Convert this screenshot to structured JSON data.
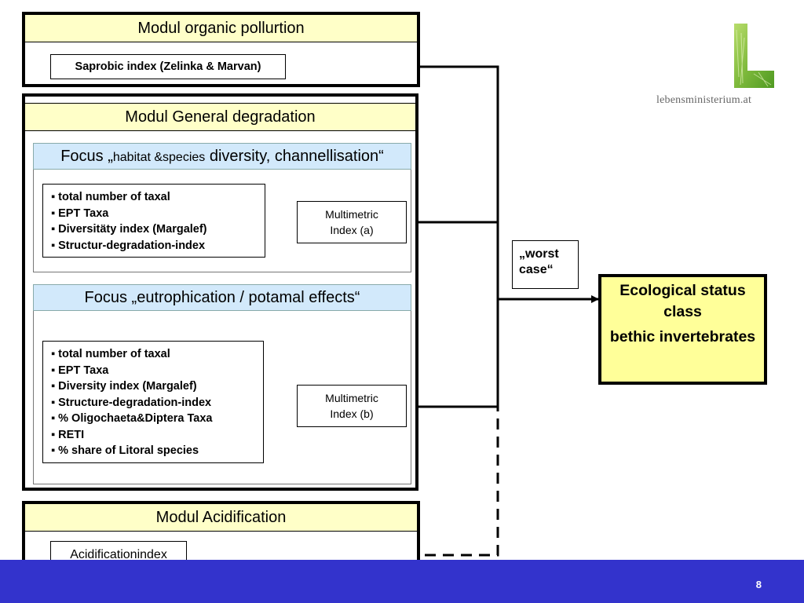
{
  "modules": {
    "organic": {
      "title": "Modul organic pollurtion",
      "index": "Saprobic index (Zelinka & Marvan)"
    },
    "general": {
      "title": "Modul General degradation",
      "focus_a": {
        "prefix": "Focus „",
        "small_text": "habitat &species",
        "suffix": " diversity, channellisation“",
        "items": [
          "total number of taxal",
          "EPT Taxa",
          "Diversitäty index (Margalef)",
          "Structur-degradation-index"
        ],
        "index_line1": "Multimetric",
        "index_line2": "Index (a)"
      },
      "focus_b": {
        "title": "Focus „eutrophication / potamal effects“",
        "items": [
          "total number of taxal",
          "EPT Taxa",
          "Diversity index (Margalef)",
          "Structure-degradation-index",
          "% Oligochaeta&Diptera Taxa",
          "RETI",
          "% share of Litoral species"
        ],
        "index_line1": "Multimetric",
        "index_line2": "Index (b)"
      }
    },
    "acidification": {
      "title": "Modul Acidification",
      "index": "Acidificationindex"
    }
  },
  "worst_case": {
    "line1": "„worst",
    "line2": "case“"
  },
  "status": {
    "line1": "Ecological status class",
    "line2": "bethic invertebrates"
  },
  "logo": {
    "letter": "L",
    "text": "lebensministerium.at"
  },
  "page_number": "8",
  "colors": {
    "module_title_bg": "#ffffc8",
    "focus_title_bg": "#d2e9fb",
    "status_bg": "#ffff99",
    "footer": "#3333cc",
    "logo_green": "#8dc63f"
  }
}
